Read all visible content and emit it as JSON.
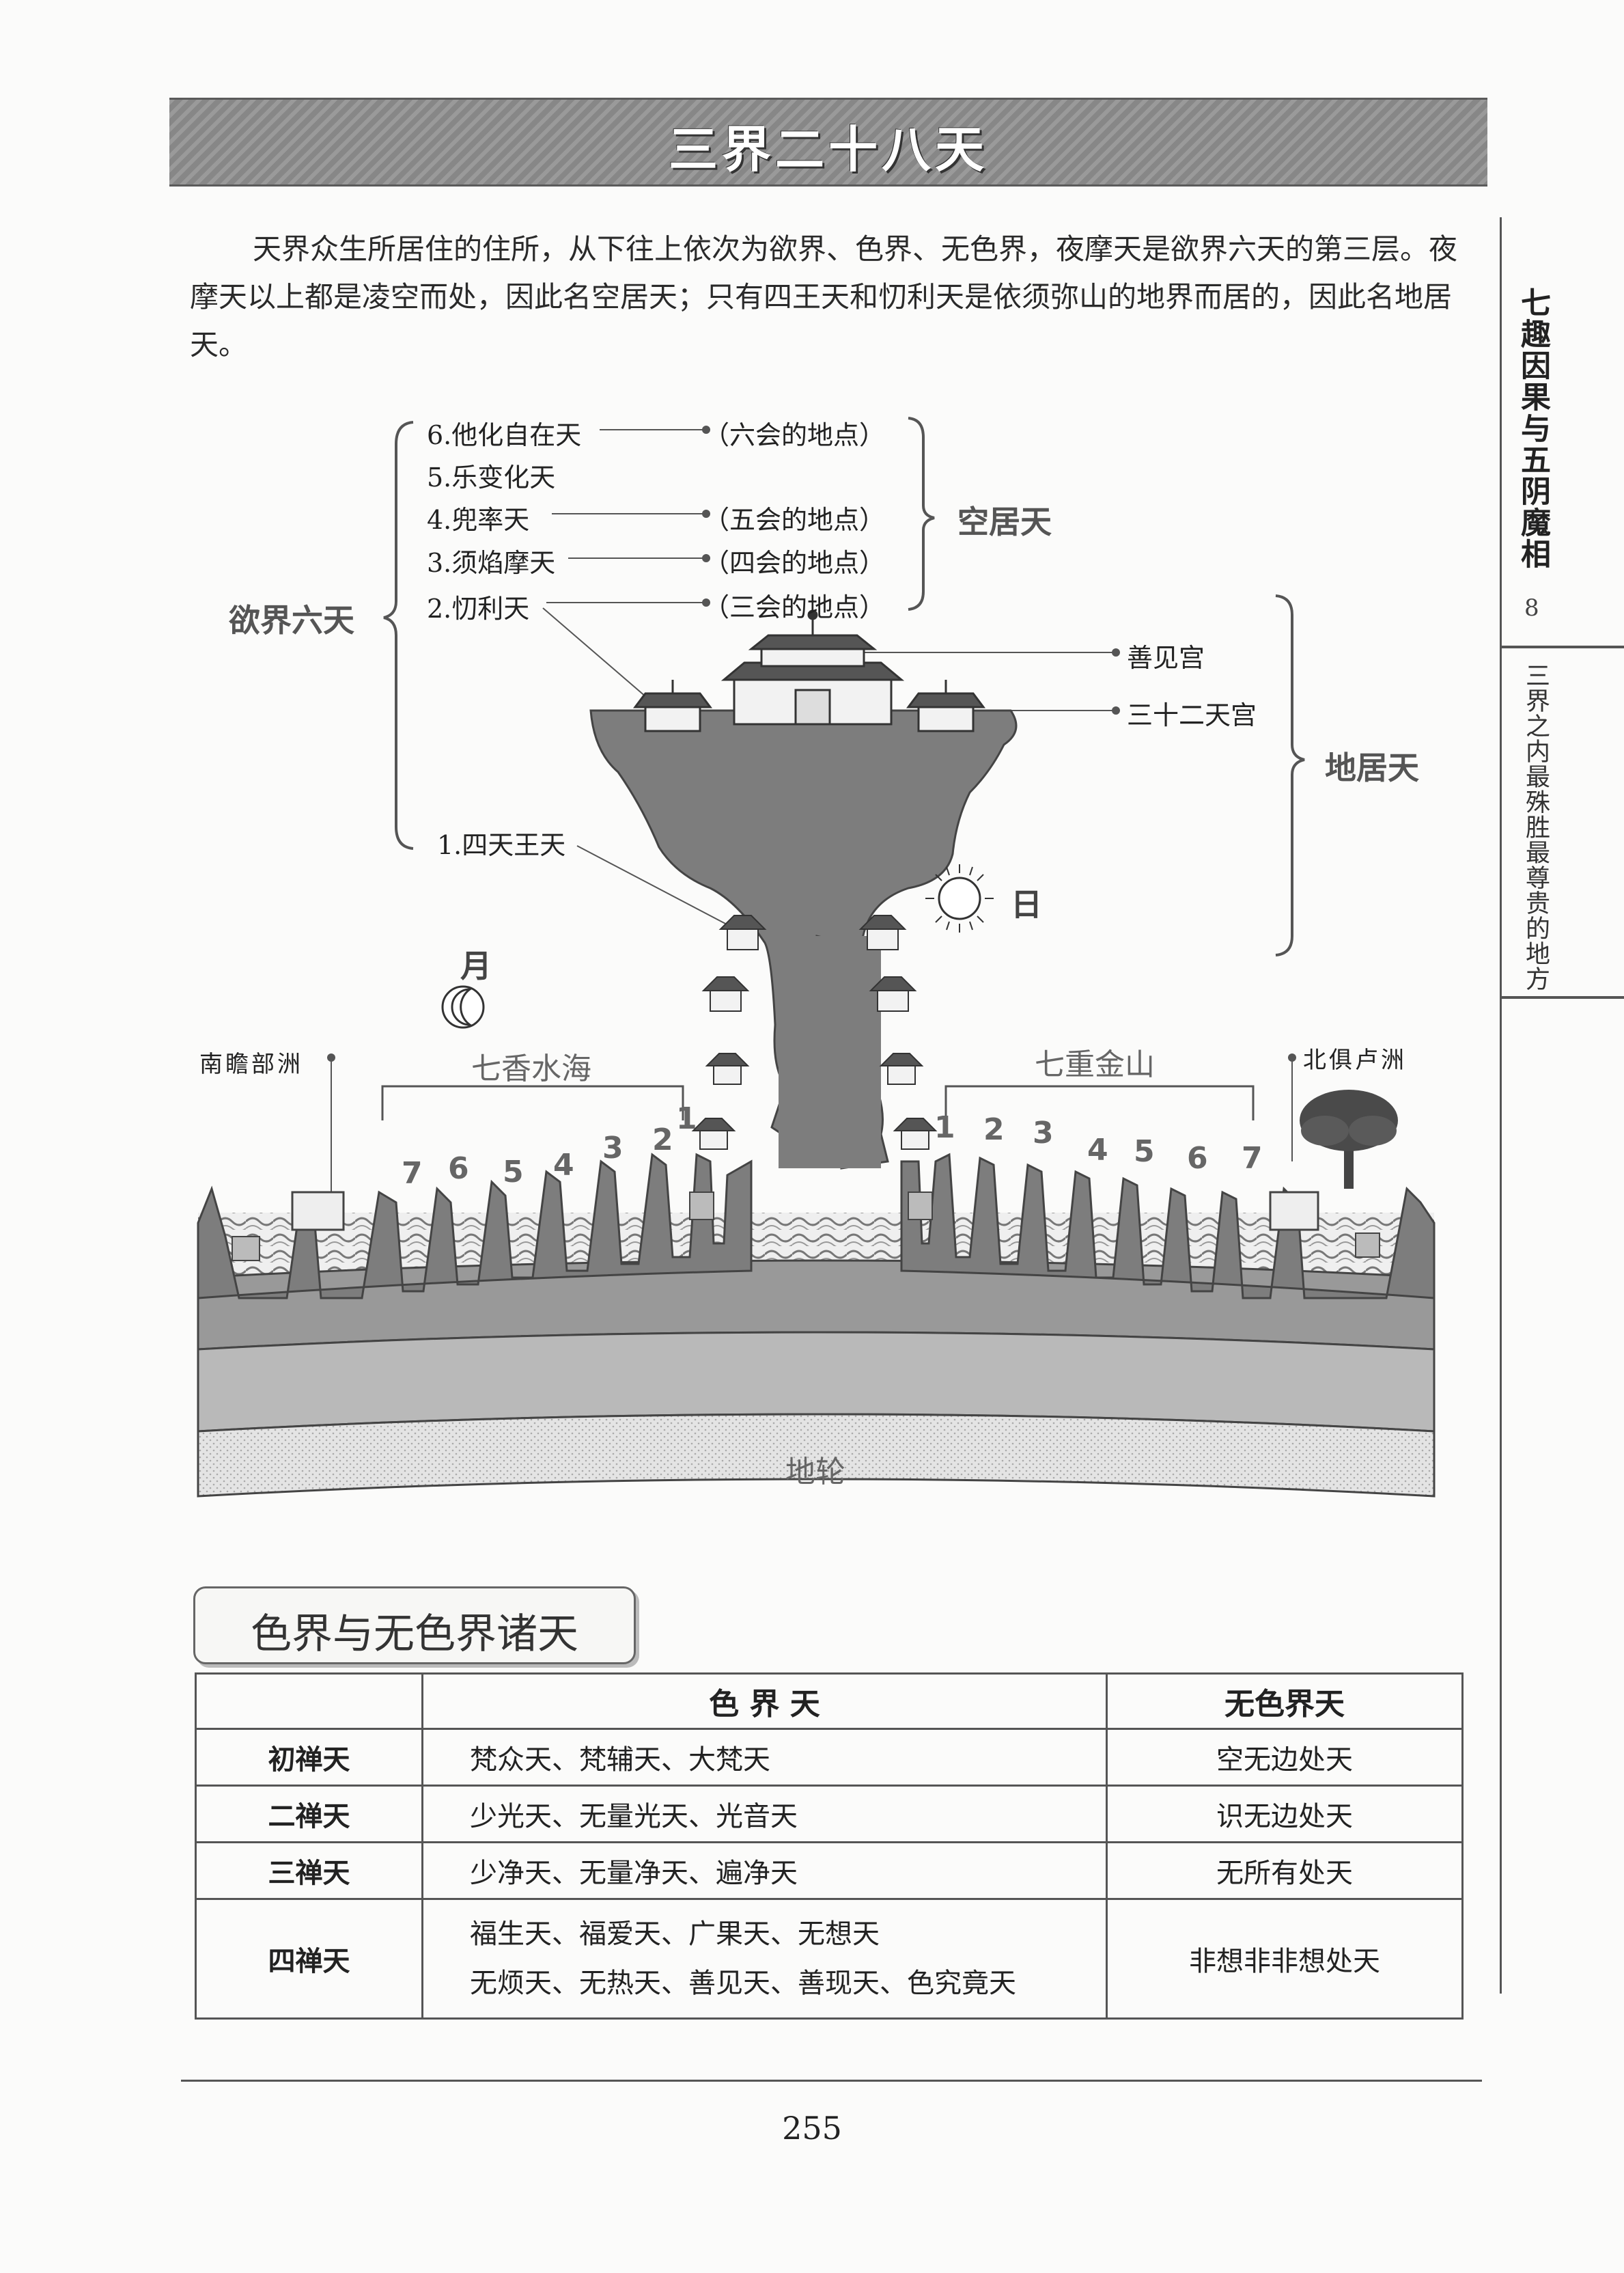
{
  "title": "三界二十八天",
  "intro": "天界众生所居住的住所，从下往上依次为欲界、色界、无色界，夜摩天是欲界六天的第三层。夜摩天以上都是凌空而处，因此名空居天；只有四王天和忉利天是依须弥山的地界而居的，因此名地居天。",
  "sidebar": {
    "title": "七趣因果与五阴魔相",
    "chapter_num": "8",
    "subtitle": "三界之内最殊胜最尊贵的地方"
  },
  "diagram": {
    "heavens": [
      "6.他化自在天",
      "5.乐变化天",
      "4.兜率天",
      "3.须焰摩天",
      "2.忉利天",
      "1.四天王天"
    ],
    "assemblies": [
      "（六会的地点）",
      "（五会的地点）",
      "（四会的地点）",
      "（三会的地点）"
    ],
    "group_desire": "欲界六天",
    "group_sky": "空居天",
    "group_earth": "地居天",
    "palace_main": "善见宫",
    "palace_32": "三十二天宫",
    "sun": "日",
    "moon": "月",
    "continent_south": "南瞻部洲",
    "continent_north": "北俱卢洲",
    "seas": "七香水海",
    "mountains": "七重金山",
    "left_numbers": [
      "7",
      "6",
      "5",
      "4",
      "3",
      "2",
      "1"
    ],
    "right_numbers": [
      "1",
      "2",
      "3",
      "4",
      "5",
      "6",
      "7"
    ],
    "ground": "地轮"
  },
  "section_title": "色界与无色界诸天",
  "table": {
    "col_form": "色 界 天",
    "col_formless": "无色界天",
    "rows": [
      {
        "name": "初禅天",
        "form": "梵众天、梵辅天、大梵天",
        "formless": "空无边处天"
      },
      {
        "name": "二禅天",
        "form": "少光天、无量光天、光音天",
        "formless": "识无边处天"
      },
      {
        "name": "三禅天",
        "form": "少净天、无量净天、遍净天",
        "formless": "无所有处天"
      },
      {
        "name": "四禅天",
        "form_line1": "福生天、福爱天、广果天、无想天",
        "form_line2": "无烦天、无热天、善见天、善现天、色究竟天",
        "formless": "非想非非想处天"
      }
    ]
  },
  "page_number": "255",
  "colors": {
    "mountain": "#7d7d7d",
    "banner": "#8e8e8e",
    "line": "#555555"
  }
}
